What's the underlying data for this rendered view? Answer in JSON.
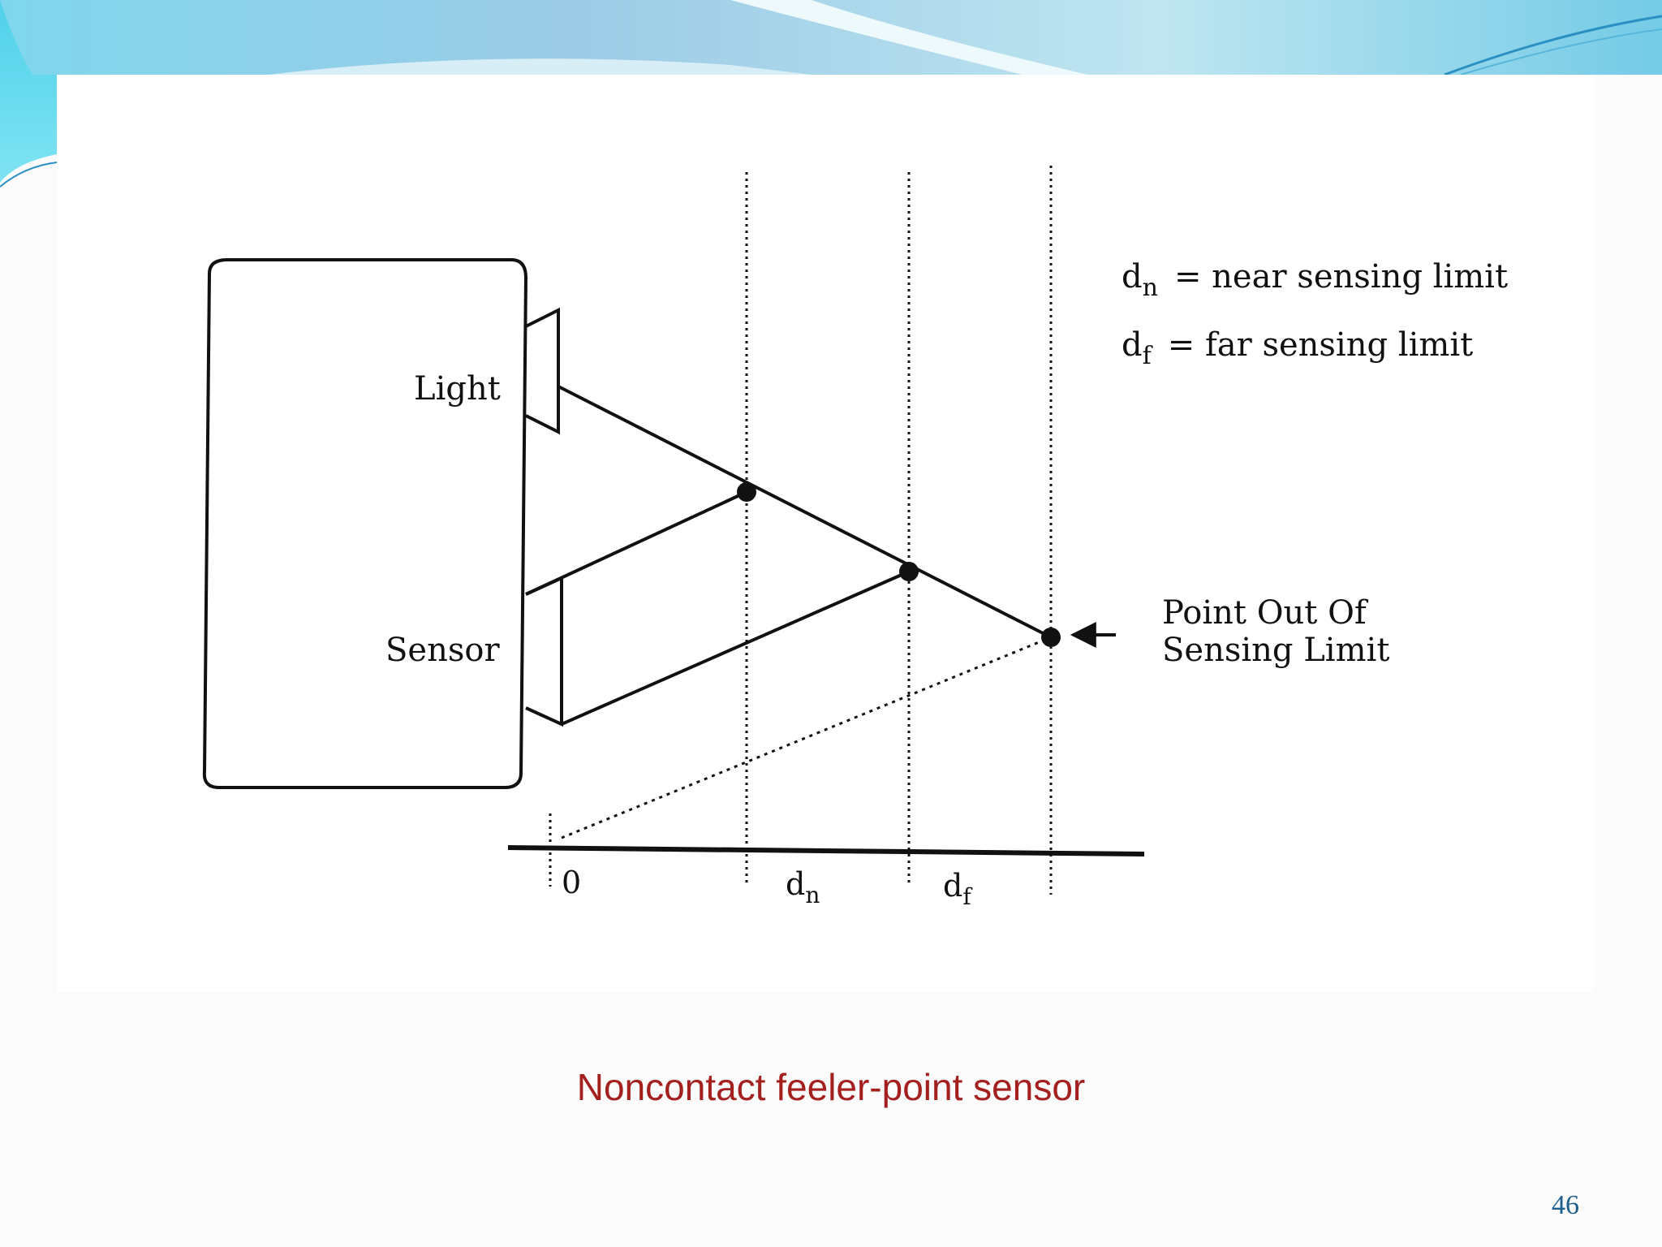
{
  "diagram": {
    "labels": {
      "light": "Light",
      "sensor": "Sensor",
      "point_out": [
        "Point Out Of",
        "Sensing Limit"
      ]
    },
    "legend": {
      "near": {
        "symbol": "d",
        "sub": "n",
        "text": "= near sensing limit"
      },
      "far": {
        "symbol": "d",
        "sub": "f",
        "text": "= far sensing limit"
      }
    },
    "axis": {
      "zero": "0",
      "dn": {
        "symbol": "d",
        "sub": "n"
      },
      "df": {
        "symbol": "d",
        "sub": "f"
      }
    }
  },
  "caption": "Noncontact feeler-point sensor",
  "page_number": "46",
  "colors": {
    "caption": "#a3201f",
    "page_number": "#1e5f8e",
    "banner_light": "#bfe9f3",
    "banner_dark": "#4aa9d4"
  }
}
